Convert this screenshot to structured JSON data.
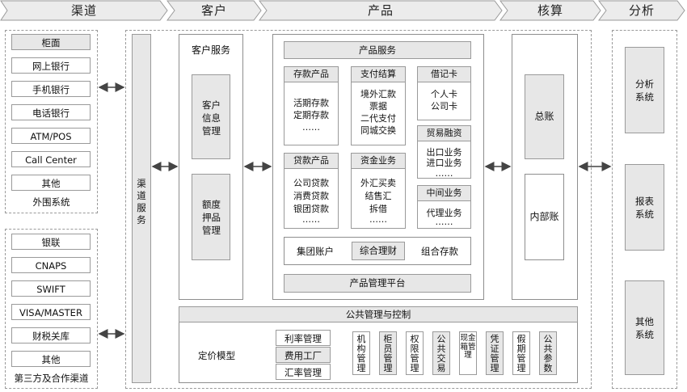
{
  "header": {
    "stages": [
      "渠道",
      "客户",
      "产品",
      "核算",
      "分析"
    ]
  },
  "channels": {
    "outer": {
      "items": [
        "柜面",
        "网上银行",
        "手机银行",
        "电话银行",
        "ATM/POS",
        "Call Center",
        "其他"
      ],
      "caption": "外围系统"
    },
    "third_party": {
      "items": [
        "银联",
        "CNAPS",
        "SWIFT",
        "VISA/MASTER",
        "财税关库",
        "其他"
      ],
      "caption": "第三方及合作渠道"
    },
    "channel_service": "渠道服务"
  },
  "customer": {
    "title": "客户服务",
    "info_mgmt": "客户信息管理",
    "collateral_mgmt": "额度押品管理"
  },
  "product": {
    "service_title": "产品服务",
    "deposit": {
      "title": "存款产品",
      "lines": [
        "活期存款",
        "定期存款",
        "……"
      ]
    },
    "payment": {
      "title": "支付结算",
      "lines": [
        "境外汇款",
        "票据",
        "二代支付",
        "同城交换"
      ]
    },
    "debit_card": {
      "title": "借记卡",
      "lines": [
        "个人卡",
        "公司卡"
      ]
    },
    "trade": {
      "title": "贸易融资",
      "lines": [
        "出口业务",
        "进口业务",
        "……"
      ]
    },
    "loan": {
      "title": "贷款产品",
      "lines": [
        "公司贷款",
        "消费贷款",
        "银团贷款",
        "……"
      ]
    },
    "treasury": {
      "title": "资金业务",
      "lines": [
        "外汇买卖",
        "结售汇",
        "拆借",
        "……"
      ]
    },
    "intermediary": {
      "title": "中间业务",
      "lines": [
        "代理业务",
        "……"
      ]
    },
    "bottom_row": [
      "集团账户",
      "综合理财",
      "组合存款"
    ],
    "platform": "产品管理平台"
  },
  "accounting": {
    "general_ledger": "总账",
    "internal_account": "内部账"
  },
  "analysis": {
    "items": [
      "分析系统",
      "报表系统",
      "其他系统"
    ]
  },
  "public_mgmt": {
    "title": "公共管理与控制",
    "pricing_model": "定价模型",
    "pricing_items": [
      "利率管理",
      "费用工厂",
      "汇率管理"
    ],
    "modules": [
      "机构管理",
      "柜员管理",
      "权限管理",
      "公共交易",
      "现金箱管理",
      "凭证管理",
      "假期管理",
      "公共参数"
    ]
  },
  "colors": {
    "grey_fill": "#e7e7e7",
    "border": "#9a9a9a",
    "arrow": "#444444"
  }
}
